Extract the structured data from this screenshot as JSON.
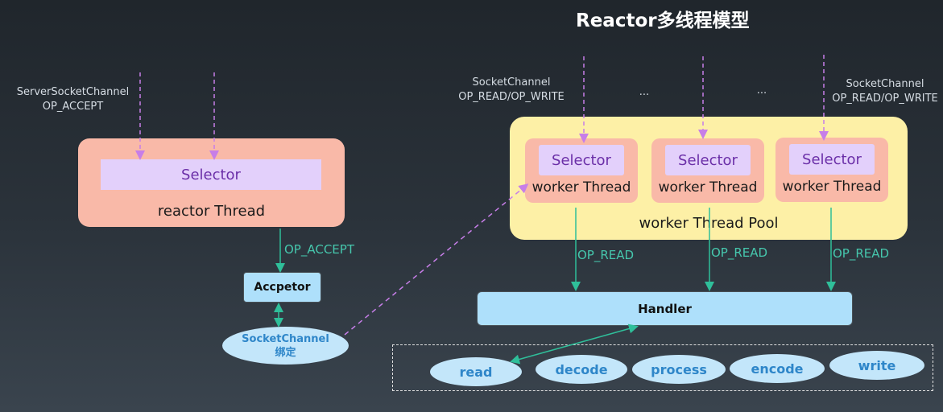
{
  "title": "Reactor多线程模型",
  "reactor": {
    "input_label_line1": "ServerSocketChannel",
    "input_label_line2": "OP_ACCEPT",
    "selector_label": "Selector",
    "thread_label": "reactor Thread",
    "output_label": "OP_ACCEPT"
  },
  "acceptor": {
    "label": "Accpetor"
  },
  "socket_channel": {
    "line1": "SocketChannel",
    "line2": "绑定"
  },
  "pool": {
    "label": "worker Thread Pool",
    "left_channel_line1": "SocketChannel",
    "left_channel_line2": "OP_READ/OP_WRITE",
    "right_channel_line1": "SocketChannel",
    "right_channel_line2": "OP_READ/OP_WRITE",
    "ellipsis1": "...",
    "ellipsis2": "...",
    "workers": [
      {
        "selector": "Selector",
        "label": "worker Thread",
        "output": "OP_READ"
      },
      {
        "selector": "Selector",
        "label": "worker Thread",
        "output": "OP_READ"
      },
      {
        "selector": "Selector",
        "label": "worker Thread",
        "output": "OP_READ"
      }
    ]
  },
  "handler": {
    "label": "Handler"
  },
  "pipeline": [
    "read",
    "decode",
    "process",
    "encode",
    "write"
  ],
  "colors": {
    "background": "#2b333b",
    "thread_box": "#f9b9a8",
    "selector": "#e3d0fb",
    "pool": "#fdf0a6",
    "component": "#aee0fb",
    "ellipse": "#c3e6fa",
    "arrow_teal": "#2fbf9a",
    "arrow_dashed": "#c77ee8"
  }
}
